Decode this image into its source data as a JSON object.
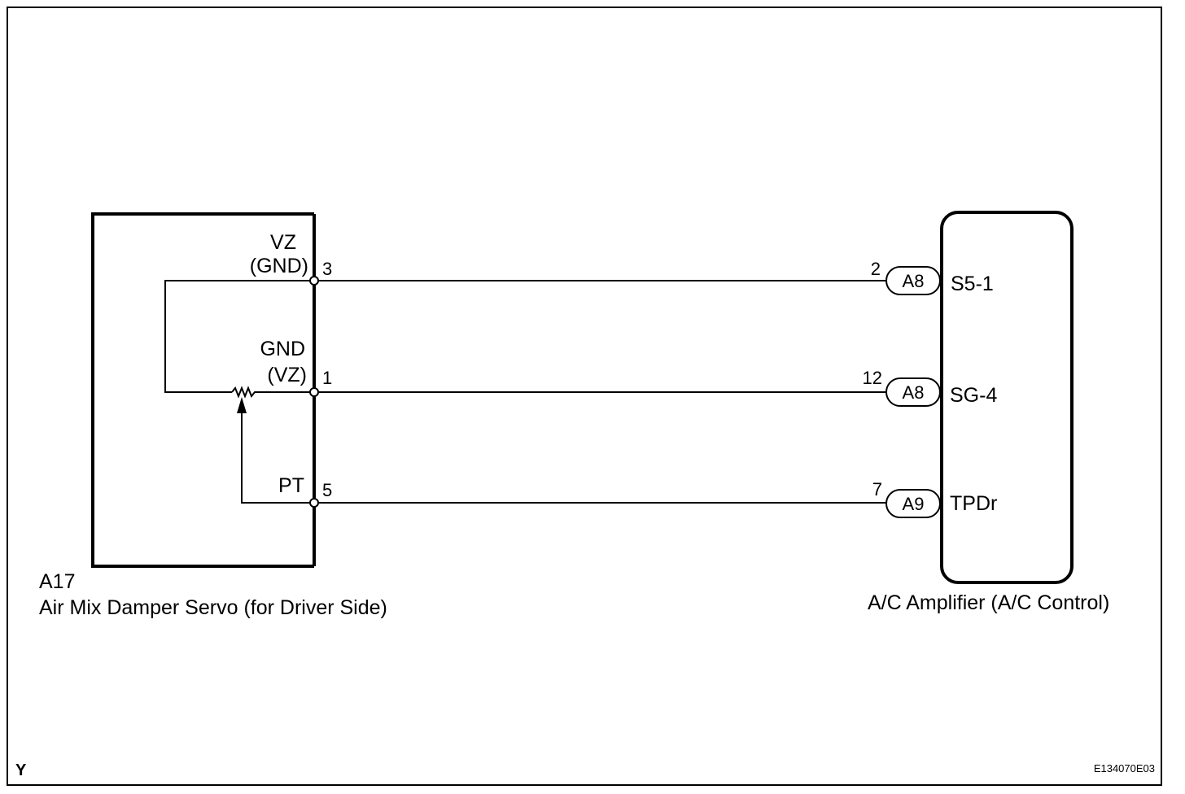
{
  "servo": {
    "code": "A17",
    "name": "Air Mix Damper Servo (for Driver Side)",
    "terminals": [
      {
        "name_line1": "VZ",
        "name_line2": "(GND)",
        "pin": "3"
      },
      {
        "name_line1": "GND",
        "name_line2": "(VZ)",
        "pin": "1"
      },
      {
        "name_line1": "PT",
        "name_line2": "",
        "pin": "5"
      }
    ]
  },
  "amplifier": {
    "name": "A/C Amplifier (A/C Control)",
    "terminals": [
      {
        "pin": "2",
        "connector": "A8",
        "name": "S5-1"
      },
      {
        "pin": "12",
        "connector": "A8",
        "name": "SG-4"
      },
      {
        "pin": "7",
        "connector": "A9",
        "name": "TPDr"
      }
    ]
  },
  "corner_label": "Y",
  "figure_code": "E134070E03",
  "colors": {
    "line": "#000000",
    "background": "#ffffff"
  },
  "symbols": [
    "potentiometer-icon",
    "wiper-arrow-icon"
  ]
}
